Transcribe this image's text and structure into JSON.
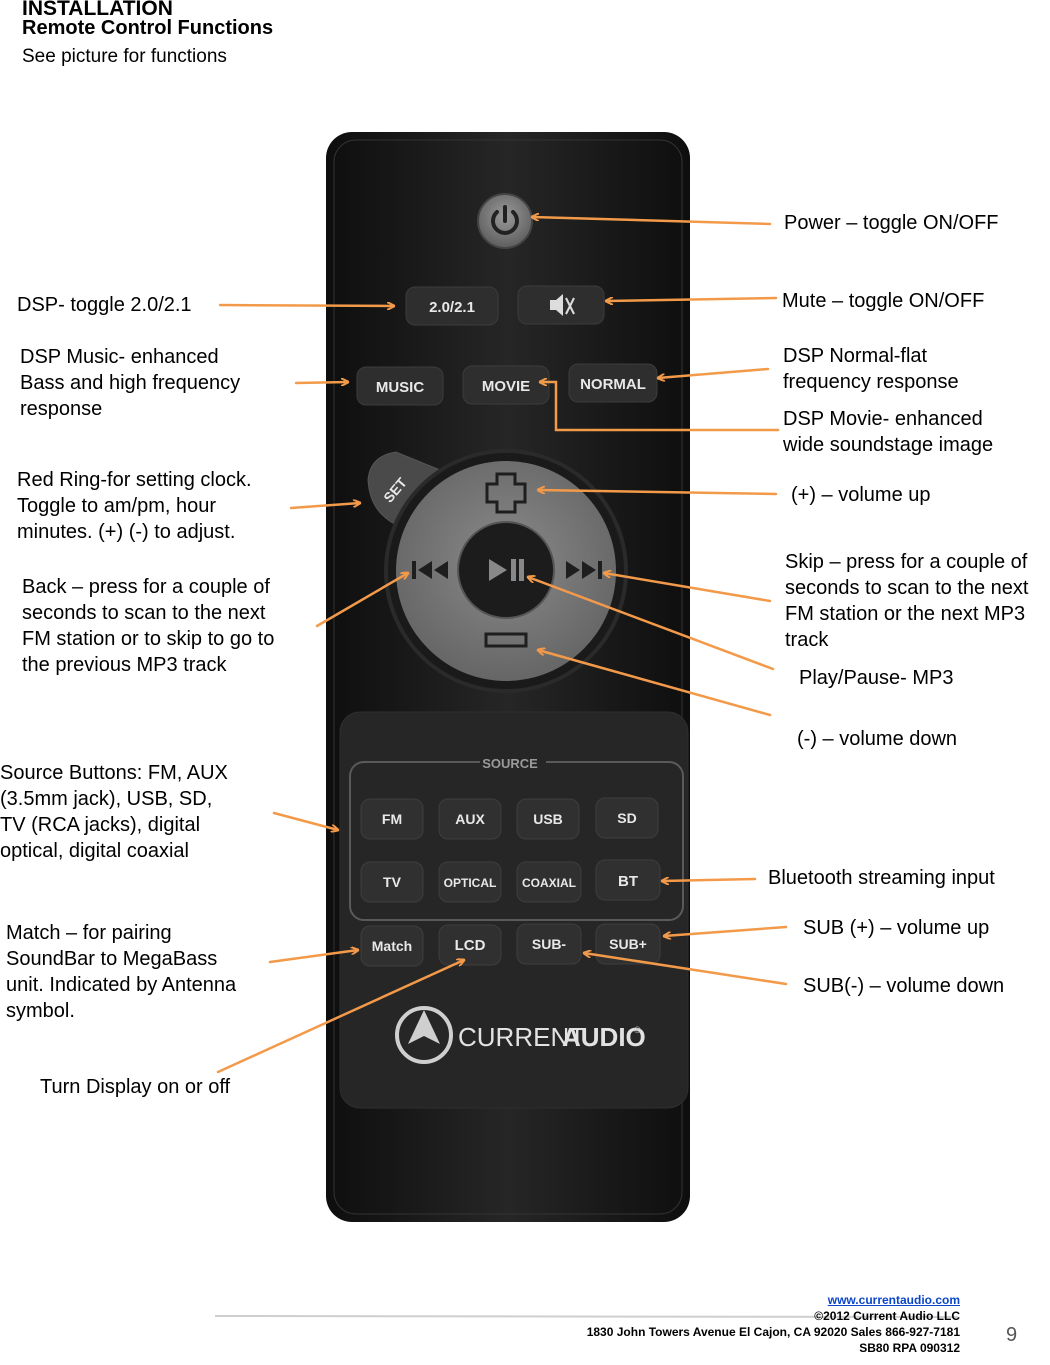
{
  "header": {
    "section": "INSTALLATION",
    "title": "Remote Control Functions",
    "intro": "See picture for functions"
  },
  "remote": {
    "buttons": {
      "dsp": "2.0/2.1",
      "music": "MUSIC",
      "movie": "MOVIE",
      "normal": "NORMAL",
      "set": "SET",
      "source_title": "SOURCE",
      "fm": "FM",
      "aux": "AUX",
      "usb": "USB",
      "sd": "SD",
      "tv": "TV",
      "optical": "OPTICAL",
      "coaxial": "COAXIAL",
      "bt": "BT",
      "match": "Match",
      "lcd": "LCD",
      "sub_minus": "SUB-",
      "sub_plus": "SUB+"
    },
    "brand": {
      "prefix": "CURRENT",
      "suffix": "AUDIO",
      "mark": "®"
    }
  },
  "callouts": {
    "power": "Power – toggle ON/OFF",
    "mute": "Mute – toggle ON/OFF",
    "dsp_toggle": "DSP- toggle 2.0/2.1",
    "dsp_music": [
      "DSP Music- enhanced",
      "Bass and high frequency",
      "response"
    ],
    "dsp_normal": [
      "DSP Normal-flat",
      "frequency response"
    ],
    "dsp_movie": [
      "DSP Movie- enhanced",
      "wide soundstage image"
    ],
    "red_ring": [
      "Red Ring-for setting clock.",
      "Toggle to am/pm, hour",
      "minutes. (+) (-) to adjust."
    ],
    "volume_up": "(+) – volume up",
    "skip": [
      "Skip – press for a couple of",
      "seconds to scan to the next",
      "FM station or the next MP3",
      "track"
    ],
    "back": [
      "Back – press for a couple of",
      "seconds to scan to the next",
      "FM station or to skip to go to",
      "the previous MP3 track"
    ],
    "play_pause": "Play/Pause- MP3",
    "volume_down": "(-) – volume down",
    "source": [
      "Source Buttons: FM, AUX",
      "(3.5mm jack), USB, SD,",
      "TV (RCA jacks), digital",
      "optical, digital coaxial"
    ],
    "bluetooth": "Bluetooth streaming input",
    "match": [
      "Match – for pairing",
      "SoundBar to  MegaBass",
      "unit. Indicated by Antenna",
      "symbol."
    ],
    "sub_up": "SUB (+) – volume up",
    "sub_down": "SUB(-) – volume down",
    "display": "Turn Display on or off"
  },
  "footer": {
    "url": "www.currentaudio.com",
    "copyright": "©2012 Current Audio LLC",
    "address": "1830 John Towers Avenue  El Cajon, CA 92020   Sales 866-927-7181",
    "doc_id": "SB80 RPA 090312",
    "page_number": "9"
  },
  "colors": {
    "arrow": "#f39a4a",
    "remote_body": "#1c1c1c",
    "button": "#2e2e2e",
    "ring": "#7c7c7c",
    "link": "#0b46c8"
  }
}
